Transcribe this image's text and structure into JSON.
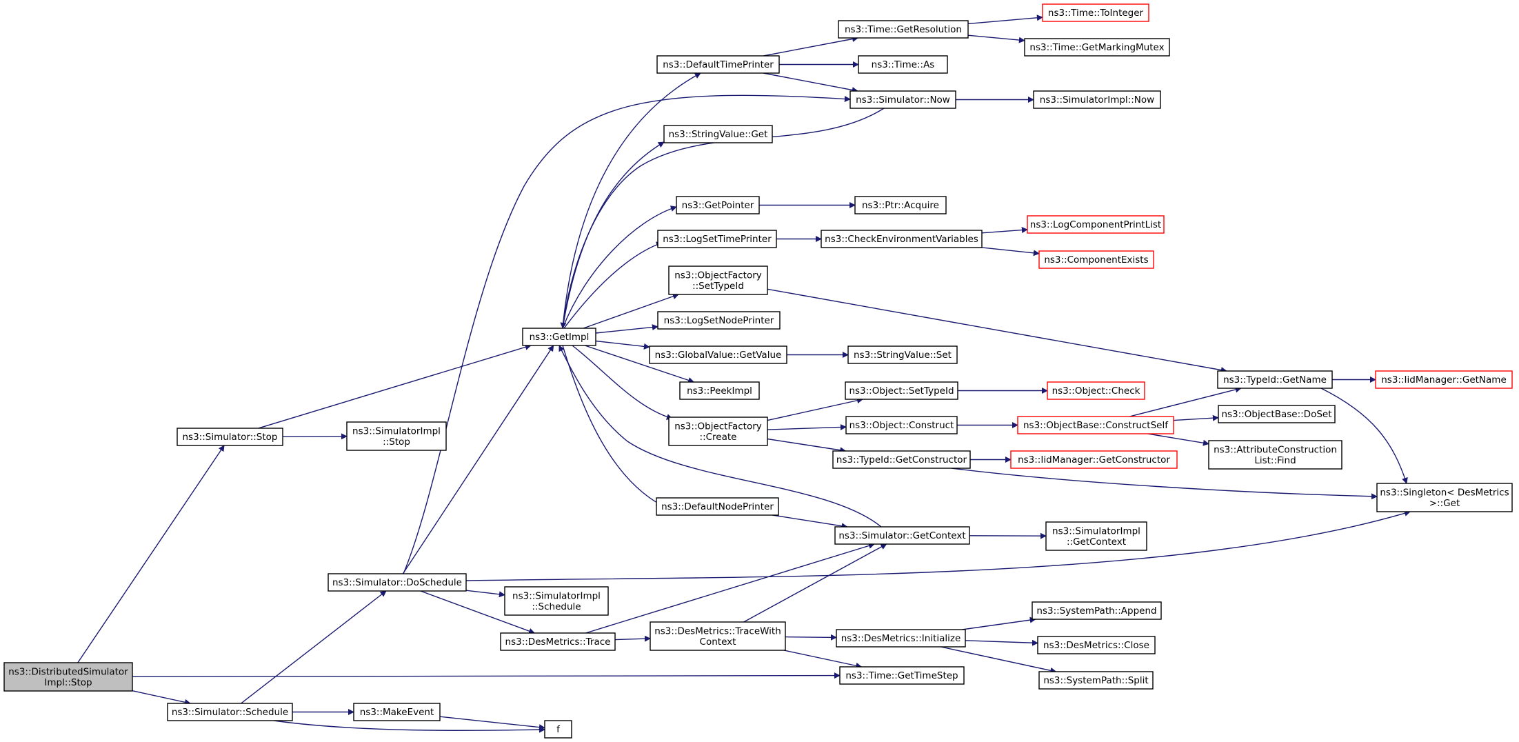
{
  "diagram": {
    "colors": {
      "edge": "#191970",
      "root_fill": "#bfbfbf",
      "undocumented_border": "#ff0000",
      "node_border": "#000000"
    },
    "nodes": [
      {
        "id": "root",
        "lines": [
          "ns3::DistributedSimulator",
          "Impl::Stop"
        ],
        "style": "root"
      },
      {
        "id": "sim_stop",
        "lines": [
          "ns3::Simulator::Stop"
        ]
      },
      {
        "id": "sim_schedule",
        "lines": [
          "ns3::Simulator::Schedule"
        ]
      },
      {
        "id": "simimpl_stop",
        "lines": [
          "ns3::SimulatorImpl",
          "::Stop"
        ]
      },
      {
        "id": "getimpl",
        "lines": [
          "ns3::GetImpl"
        ]
      },
      {
        "id": "doschedule",
        "lines": [
          "ns3::Simulator::DoSchedule"
        ]
      },
      {
        "id": "makeevent",
        "lines": [
          "ns3::MakeEvent"
        ]
      },
      {
        "id": "f",
        "lines": [
          "f"
        ]
      },
      {
        "id": "defaulttimeprinter",
        "lines": [
          "ns3::DefaultTimePrinter"
        ]
      },
      {
        "id": "stringvalue_get",
        "lines": [
          "ns3::StringValue::Get"
        ]
      },
      {
        "id": "getpointer",
        "lines": [
          "ns3::GetPointer"
        ]
      },
      {
        "id": "logsettimeprinter",
        "lines": [
          "ns3::LogSetTimePrinter"
        ]
      },
      {
        "id": "of_settypeid",
        "lines": [
          "ns3::ObjectFactory",
          "::SetTypeId"
        ]
      },
      {
        "id": "logsetnodeprinter",
        "lines": [
          "ns3::LogSetNodePrinter"
        ]
      },
      {
        "id": "gv_getvalue",
        "lines": [
          "ns3::GlobalValue::GetValue"
        ]
      },
      {
        "id": "peekimpl",
        "lines": [
          "ns3::PeekImpl"
        ]
      },
      {
        "id": "of_create",
        "lines": [
          "ns3::ObjectFactory",
          "::Create"
        ]
      },
      {
        "id": "defaultnodeprinter",
        "lines": [
          "ns3::DefaultNodePrinter"
        ]
      },
      {
        "id": "simimpl_schedule",
        "lines": [
          "ns3::SimulatorImpl",
          "::Schedule"
        ]
      },
      {
        "id": "desmetrics_trace",
        "lines": [
          "ns3::DesMetrics::Trace"
        ]
      },
      {
        "id": "desmetrics_twc",
        "lines": [
          "ns3::DesMetrics::TraceWith",
          "Context"
        ]
      },
      {
        "id": "time_getresolution",
        "lines": [
          "ns3::Time::GetResolution"
        ]
      },
      {
        "id": "time_as",
        "lines": [
          "ns3::Time::As"
        ]
      },
      {
        "id": "sim_now",
        "lines": [
          "ns3::Simulator::Now"
        ]
      },
      {
        "id": "ptr_acquire",
        "lines": [
          "ns3::Ptr::Acquire"
        ]
      },
      {
        "id": "checkenv",
        "lines": [
          "ns3::CheckEnvironmentVariables"
        ]
      },
      {
        "id": "stringvalue_set",
        "lines": [
          "ns3::StringValue::Set"
        ]
      },
      {
        "id": "obj_settypeid",
        "lines": [
          "ns3::Object::SetTypeId"
        ]
      },
      {
        "id": "obj_construct",
        "lines": [
          "ns3::Object::Construct"
        ]
      },
      {
        "id": "typeid_getconstructor",
        "lines": [
          "ns3::TypeId::GetConstructor"
        ]
      },
      {
        "id": "sim_getcontext",
        "lines": [
          "ns3::Simulator::GetContext"
        ]
      },
      {
        "id": "desmetrics_init",
        "lines": [
          "ns3::DesMetrics::Initialize"
        ]
      },
      {
        "id": "time_gettimestep",
        "lines": [
          "ns3::Time::GetTimeStep"
        ]
      },
      {
        "id": "time_tointeger",
        "lines": [
          "ns3::Time::ToInteger"
        ],
        "style": "undoc"
      },
      {
        "id": "time_getmarkingmutex",
        "lines": [
          "ns3::Time::GetMarkingMutex"
        ]
      },
      {
        "id": "simimpl_now",
        "lines": [
          "ns3::SimulatorImpl::Now"
        ]
      },
      {
        "id": "logcomponentprintlist",
        "lines": [
          "ns3::LogComponentPrintList"
        ],
        "style": "undoc"
      },
      {
        "id": "componentexists",
        "lines": [
          "ns3::ComponentExists"
        ],
        "style": "undoc"
      },
      {
        "id": "obj_check",
        "lines": [
          "ns3::Object::Check"
        ],
        "style": "undoc"
      },
      {
        "id": "objbase_constructself",
        "lines": [
          "ns3::ObjectBase::ConstructSelf"
        ],
        "style": "undoc"
      },
      {
        "id": "iidmanager_getconstructor",
        "lines": [
          "ns3::IidManager::GetConstructor"
        ],
        "style": "undoc"
      },
      {
        "id": "simimpl_getcontext",
        "lines": [
          "ns3::SimulatorImpl",
          "::GetContext"
        ]
      },
      {
        "id": "systempath_append",
        "lines": [
          "ns3::SystemPath::Append"
        ]
      },
      {
        "id": "desmetrics_close",
        "lines": [
          "ns3::DesMetrics::Close"
        ]
      },
      {
        "id": "systempath_split",
        "lines": [
          "ns3::SystemPath::Split"
        ]
      },
      {
        "id": "typeid_getname",
        "lines": [
          "ns3::TypeId::GetName"
        ]
      },
      {
        "id": "objbase_doset",
        "lines": [
          "ns3::ObjectBase::DoSet"
        ]
      },
      {
        "id": "attrconstr_find",
        "lines": [
          "ns3::AttributeConstruction",
          "List::Find"
        ]
      },
      {
        "id": "singleton_get",
        "lines": [
          "ns3::Singleton< DesMetrics",
          " >::Get"
        ]
      },
      {
        "id": "iidmanager_getname",
        "lines": [
          "ns3::IidManager::GetName"
        ],
        "style": "undoc"
      }
    ],
    "edges": [
      [
        "root",
        "sim_stop"
      ],
      [
        "root",
        "sim_schedule"
      ],
      [
        "root",
        "time_gettimestep"
      ],
      [
        "sim_stop",
        "getimpl"
      ],
      [
        "sim_stop",
        "simimpl_stop"
      ],
      [
        "sim_schedule",
        "doschedule"
      ],
      [
        "sim_schedule",
        "makeevent"
      ],
      [
        "sim_schedule",
        "f"
      ],
      [
        "makeevent",
        "f"
      ],
      [
        "doschedule",
        "getimpl"
      ],
      [
        "doschedule",
        "sim_now"
      ],
      [
        "doschedule",
        "simimpl_schedule"
      ],
      [
        "doschedule",
        "desmetrics_trace"
      ],
      [
        "doschedule",
        "singleton_get"
      ],
      [
        "getimpl",
        "defaulttimeprinter"
      ],
      [
        "getimpl",
        "stringvalue_get"
      ],
      [
        "getimpl",
        "getpointer"
      ],
      [
        "getimpl",
        "logsettimeprinter"
      ],
      [
        "getimpl",
        "of_settypeid"
      ],
      [
        "getimpl",
        "logsetnodeprinter"
      ],
      [
        "getimpl",
        "gv_getvalue"
      ],
      [
        "getimpl",
        "peekimpl"
      ],
      [
        "getimpl",
        "of_create"
      ],
      [
        "getimpl",
        "defaultnodeprinter"
      ],
      [
        "defaulttimeprinter",
        "time_getresolution"
      ],
      [
        "defaulttimeprinter",
        "time_as"
      ],
      [
        "defaulttimeprinter",
        "sim_now"
      ],
      [
        "time_getresolution",
        "time_tointeger"
      ],
      [
        "time_getresolution",
        "time_getmarkingmutex"
      ],
      [
        "sim_now",
        "simimpl_now"
      ],
      [
        "sim_now",
        "getimpl"
      ],
      [
        "getpointer",
        "ptr_acquire"
      ],
      [
        "logsettimeprinter",
        "checkenv"
      ],
      [
        "checkenv",
        "logcomponentprintlist"
      ],
      [
        "checkenv",
        "componentexists"
      ],
      [
        "of_settypeid",
        "typeid_getname"
      ],
      [
        "gv_getvalue",
        "stringvalue_set"
      ],
      [
        "of_create",
        "obj_settypeid"
      ],
      [
        "of_create",
        "obj_construct"
      ],
      [
        "of_create",
        "typeid_getconstructor"
      ],
      [
        "obj_settypeid",
        "obj_check"
      ],
      [
        "obj_construct",
        "objbase_constructself"
      ],
      [
        "objbase_constructself",
        "typeid_getname"
      ],
      [
        "objbase_constructself",
        "objbase_doset"
      ],
      [
        "objbase_constructself",
        "attrconstr_find"
      ],
      [
        "typeid_getconstructor",
        "iidmanager_getconstructor"
      ],
      [
        "typeid_getconstructor",
        "singleton_get"
      ],
      [
        "typeid_getname",
        "iidmanager_getname"
      ],
      [
        "typeid_getname",
        "singleton_get"
      ],
      [
        "defaultnodeprinter",
        "sim_getcontext"
      ],
      [
        "sim_getcontext",
        "simimpl_getcontext"
      ],
      [
        "sim_getcontext",
        "getimpl"
      ],
      [
        "desmetrics_trace",
        "sim_getcontext"
      ],
      [
        "desmetrics_trace",
        "desmetrics_twc"
      ],
      [
        "desmetrics_twc",
        "sim_getcontext"
      ],
      [
        "desmetrics_twc",
        "desmetrics_init"
      ],
      [
        "desmetrics_twc",
        "time_gettimestep"
      ],
      [
        "desmetrics_init",
        "systempath_append"
      ],
      [
        "desmetrics_init",
        "desmetrics_close"
      ],
      [
        "desmetrics_init",
        "systempath_split"
      ]
    ]
  }
}
